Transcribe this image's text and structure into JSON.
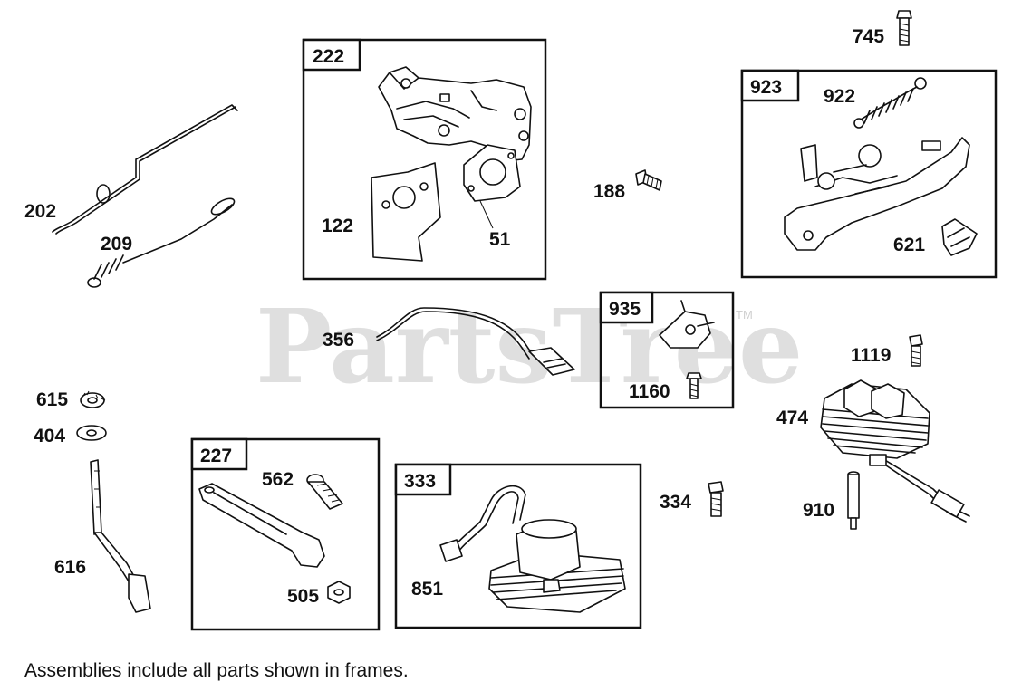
{
  "watermark": {
    "text": "PartsTree",
    "trademark": "TM"
  },
  "frames": {
    "f222": "222",
    "f923": "923",
    "f935": "935",
    "f227": "227",
    "f333": "333"
  },
  "labels": {
    "p745": "745",
    "p922": "922",
    "p202": "202",
    "p122": "122",
    "p51": "51",
    "p188": "188",
    "p209": "209",
    "p621": "621",
    "p356": "356",
    "p1119": "1119",
    "p1160": "1160",
    "p615": "615",
    "p474": "474",
    "p404": "404",
    "p562": "562",
    "p334": "334",
    "p910": "910",
    "p616": "616",
    "p851": "851",
    "p505": "505"
  },
  "footnote": "Assemblies include all parts shown in frames."
}
